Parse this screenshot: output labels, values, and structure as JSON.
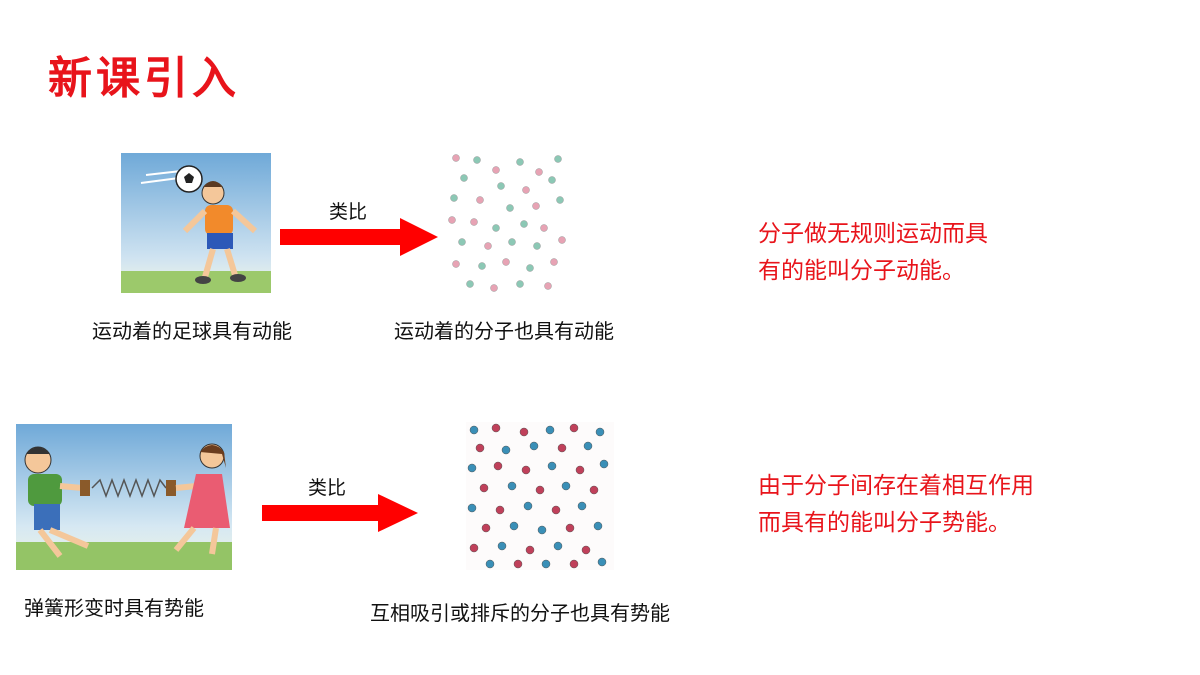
{
  "slide": {
    "title": "新课引入"
  },
  "row1": {
    "image_caption": "运动着的足球具有动能",
    "arrow_label": "类比",
    "molecule_caption": "运动着的分子也具有动能",
    "note_lines": [
      "分子做无规则运动而具",
      "有的能叫分子动能。"
    ]
  },
  "row2": {
    "image_caption": "弹簧形变时具有势能",
    "arrow_label": "类比",
    "molecule_caption": "互相吸引或排斥的分子也具有势能",
    "note_lines": [
      "由于分子间存在着相互作用",
      "而具有的能叫分子势能。"
    ]
  },
  "colors": {
    "accent": "#e8141b",
    "arrow": "#ff0000",
    "molecule_pink": "#e7a3b4",
    "molecule_teal": "#8cc8b5",
    "molecule_blue": "#3a8fb7",
    "molecule_red": "#c0405a"
  }
}
